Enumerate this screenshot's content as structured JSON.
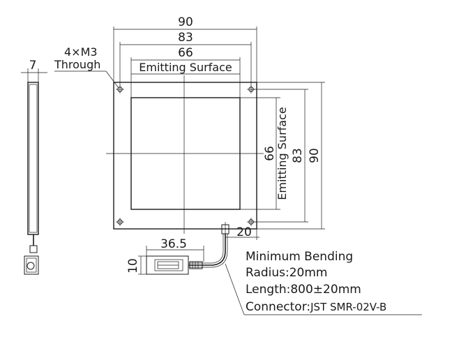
{
  "dimensions": {
    "outer_width": "90",
    "mount_pitch": "83",
    "emit_width": "66",
    "emit_width_label": "Emitting Surface",
    "thickness": "7",
    "outer_height": "90",
    "mount_pitch_v": "83",
    "emit_height": "66",
    "emit_height_label": "Emitting Surface",
    "cable_offset": "20",
    "connector_length": "36.5",
    "connector_height": "10"
  },
  "holes": {
    "count_label": "4×M3",
    "type_label": "Through"
  },
  "notes": {
    "bending_line1": "Minimum Bending",
    "bending_line2": "Radius:20mm",
    "length": "Length:800±20mm",
    "connector_prefix": "Connector:",
    "connector_model": "JST SMR-02V-B"
  },
  "colors": {
    "line": "#1a1a1a",
    "background": "#ffffff"
  }
}
